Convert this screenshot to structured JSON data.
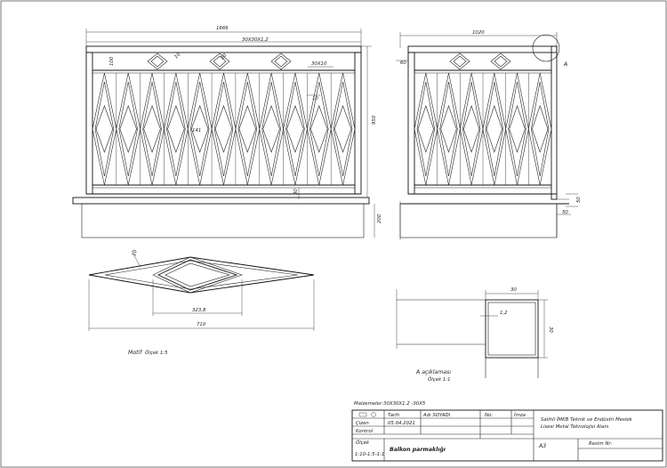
{
  "front_view": {
    "overall_width": "1666",
    "top_rail_profile": "30X30X1,2",
    "flat_bar_profile": "30X10",
    "motif_offset": "100",
    "motif_bar_gap": "10",
    "motif_label": "10",
    "motif_width": "141",
    "bottom_gap": "30",
    "height": "950",
    "slab_height": "200"
  },
  "side_view": {
    "width": "1020",
    "top_offset": "60",
    "detail_marker": "A",
    "base_gap_1": "50",
    "base_gap_2": "50"
  },
  "motif_view": {
    "bar_gap": "10",
    "inner_width": "323,8",
    "overall_width": "710",
    "title": "Motif",
    "scale": "Ölçek 1:5"
  },
  "detail_view": {
    "profile_size": "30",
    "wall_thickness": "1,2",
    "profile_height": "30",
    "title": "A açıklaması",
    "scale": "Ölçek 1:1"
  },
  "materials": "Malzemeler:30X30X1.2 -30X5",
  "title_block": {
    "col_date": "Tarih",
    "col_name": "Adı SOYADI",
    "col_no": "No:",
    "col_sign": "İmza",
    "row_drawn": "Çizen",
    "row_check": "Kontrol",
    "date": "05.04.2021",
    "school_line1": "Salihli İMKB Teknik ve Endüstri Meslek",
    "school_line2": "Lisesi Metal Teknolojisi Alanı",
    "scale_label": "Ölçek",
    "scale_values": "1:10-1:5-1:1",
    "drawing_title": "Balkon parmaklığı",
    "sheet_size": "A3",
    "drawing_no_label": "Resim Nr:"
  }
}
